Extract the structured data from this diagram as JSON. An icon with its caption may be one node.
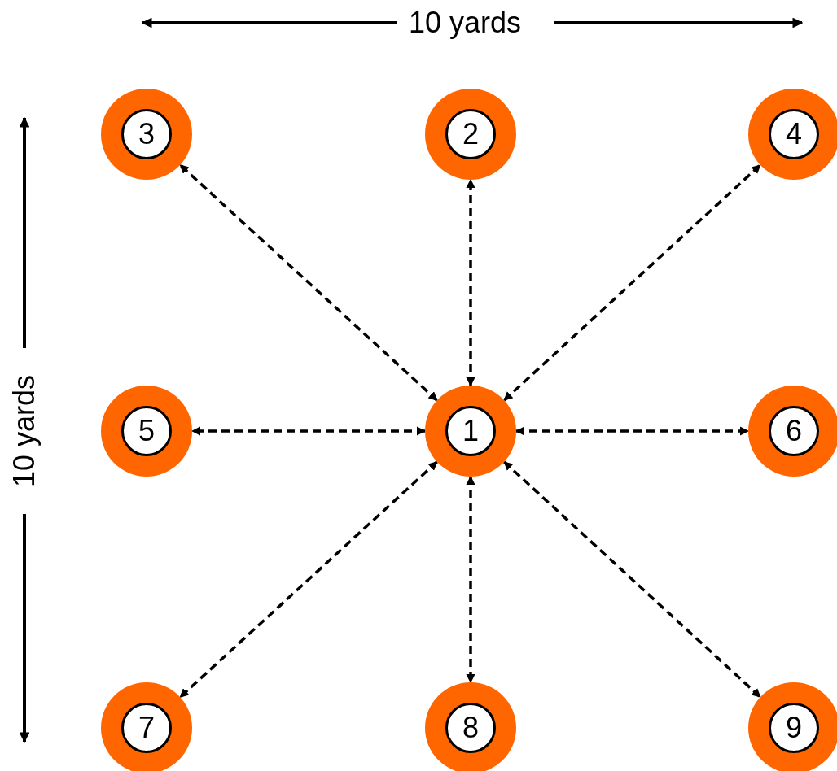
{
  "diagram": {
    "nodes": [
      {
        "text": [
          "3"
        ]
      },
      {
        "text": [
          "2"
        ]
      },
      {
        "text": [
          "4"
        ]
      },
      {
        "text": [
          "5"
        ]
      },
      {
        "text": [
          "1"
        ]
      },
      {
        "text": [
          "6"
        ]
      },
      {
        "text": [
          "7"
        ]
      },
      {
        "text": [
          "8"
        ]
      },
      {
        "text": [
          "9"
        ]
      }
    ],
    "edges": [
      {
        "from": 4,
        "to": 0,
        "arrow": "both",
        "style": "dashed"
      },
      {
        "from": 4,
        "to": 1,
        "arrow": "both",
        "style": "dashed"
      },
      {
        "from": 4,
        "to": 2,
        "arrow": "both",
        "style": "dashed"
      },
      {
        "from": 4,
        "to": 3,
        "arrow": "both",
        "style": "dashed"
      },
      {
        "from": 4,
        "to": 5,
        "arrow": "both",
        "style": "dashed"
      },
      {
        "from": 4,
        "to": 6,
        "arrow": "both",
        "style": "dashed"
      },
      {
        "from": 4,
        "to": 7,
        "arrow": "both",
        "style": "dashed"
      },
      {
        "from": 4,
        "to": 8,
        "arrow": "both",
        "style": "dashed"
      }
    ],
    "labels": [
      "10 yards",
      "10 yards"
    ]
  }
}
